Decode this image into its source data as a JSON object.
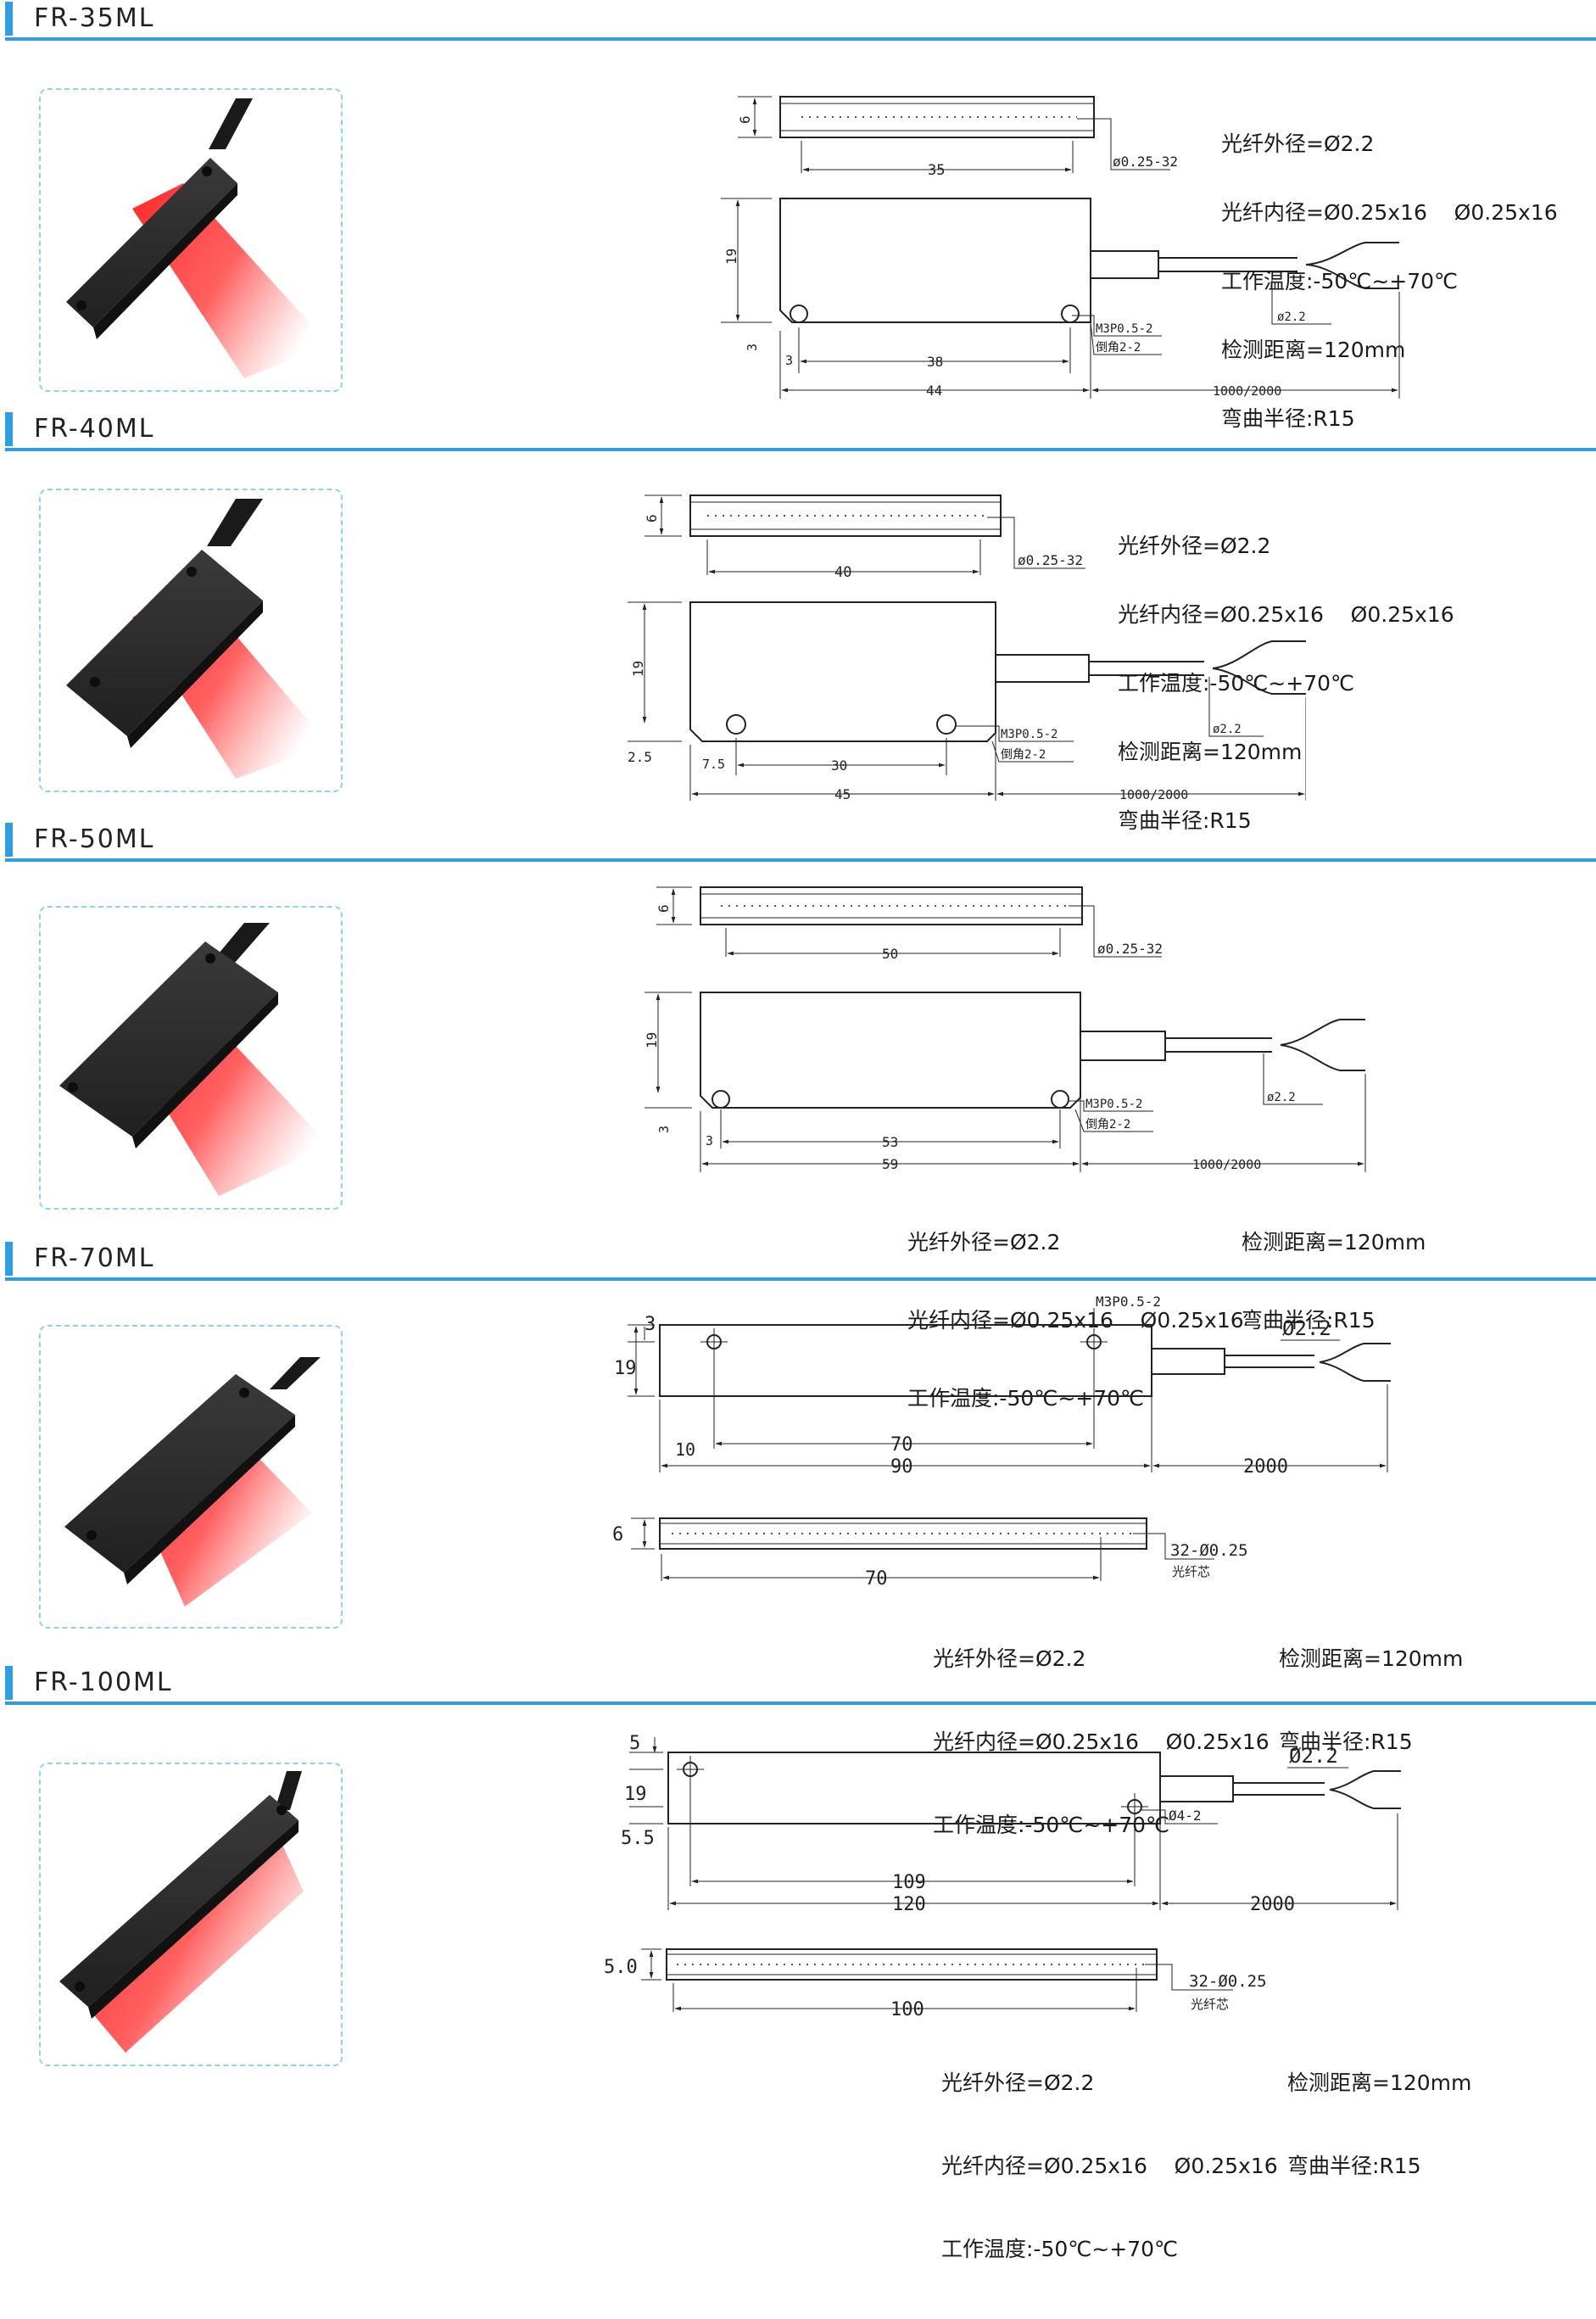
{
  "sections": [
    {
      "title": "FR-35ML",
      "dims": {
        "height": "6",
        "body_len": "35",
        "fiber_code": "ø0.25-32",
        "side": "19",
        "hole_off": "3",
        "hole_gap": "38",
        "total": "44",
        "cable": "1000/2000",
        "thread": "M3P0.5-2",
        "chamfer": "倒角2-2",
        "fiber_od": "ø2.2"
      },
      "specs": {
        "outer": "光纤外径=Ø2.2",
        "inner": "光纤内径=Ø0.25x16    Ø0.25x16",
        "temp": "工作温度:-50℃~+70℃",
        "dist": "检测距离=120mm",
        "bend": "弯曲半径:R15"
      }
    },
    {
      "title": "FR-40ML",
      "dims": {
        "height": "6",
        "body_len": "40",
        "fiber_code": "ø0.25-32",
        "side": "19",
        "hole_off": "7.5",
        "hole_gap": "30",
        "total": "45",
        "cable": "1000/2000",
        "thread": "M3P0.5-2",
        "chamfer": "倒角2-2",
        "fiber_od": "ø2.2",
        "extra": "2.5"
      },
      "specs": {
        "outer": "光纤外径=Ø2.2",
        "inner": "光纤内径=Ø0.25x16    Ø0.25x16",
        "temp": "工作温度:-50℃~+70℃",
        "dist": "检测距离=120mm",
        "bend": "弯曲半径:R15"
      }
    },
    {
      "title": "FR-50ML",
      "dims": {
        "height": "6",
        "body_len": "50",
        "fiber_code": "ø0.25-32",
        "side": "19",
        "hole_off": "3",
        "hole_gap": "53",
        "total": "59",
        "cable": "1000/2000",
        "thread": "M3P0.5-2",
        "chamfer": "倒角2-2",
        "fiber_od": "ø2.2"
      },
      "specs": {
        "outer": "光纤外径=Ø2.2",
        "inner": "光纤内径=Ø0.25x16    Ø0.25x16",
        "temp": "工作温度:-50℃~+70℃",
        "dist": "检测距离=120mm",
        "bend": "弯曲半径:R15"
      }
    },
    {
      "title": "FR-70ML",
      "dims": {
        "top": "3",
        "side": "19",
        "hole_off": "10",
        "hole_gap": "70",
        "total": "90",
        "cable": "2000",
        "thread": "M3P0.5-2",
        "fiber_od": "Ø2.2",
        "height": "6",
        "body_len": "70",
        "fiber_code": "32-Ø0.25",
        "core": "光纤芯"
      },
      "specs": {
        "outer": "光纤外径=Ø2.2",
        "inner": "光纤内径=Ø0.25x16    Ø0.25x16",
        "temp": "工作温度:-50℃~+70℃",
        "dist": "检测距离=120mm",
        "bend": "弯曲半径:R15"
      }
    },
    {
      "title": "FR-100ML",
      "dims": {
        "top": "5",
        "side": "19",
        "bottom": "5.5",
        "hole_gap": "109",
        "total": "120",
        "cable": "2000",
        "hole": "Ø4-2",
        "fiber_od": "Ø2.2",
        "height": "5.0",
        "body_len": "100",
        "fiber_code": "32-Ø0.25",
        "core": "光纤芯"
      },
      "specs": {
        "outer": "光纤外径=Ø2.2",
        "inner": "光纤内径=Ø0.25x16    Ø0.25x16",
        "temp": "工作温度:-50℃~+70℃",
        "dist": "检测距离=120mm",
        "bend": "弯曲半径:R15"
      }
    }
  ],
  "colors": {
    "accent": "#2f9de0",
    "photo_border": "#8fd3e6",
    "sensor_body": "#2b2b2b",
    "beam": "#ff2020"
  }
}
